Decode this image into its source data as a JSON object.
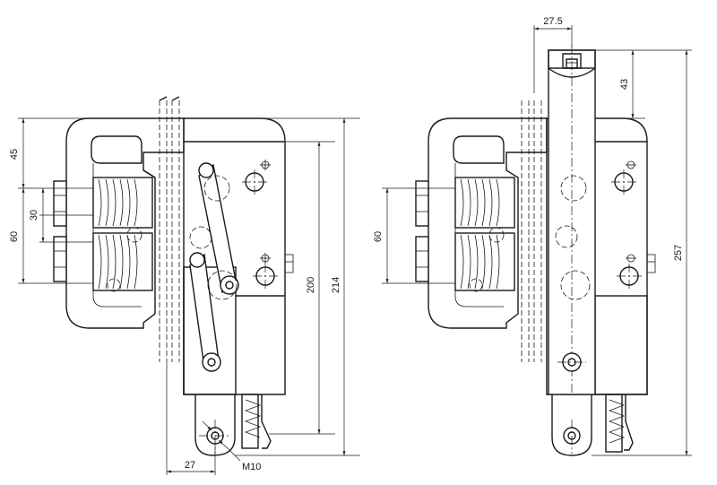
{
  "dimensions": {
    "left_view": {
      "d45": "45",
      "d30": "30",
      "d60": "60",
      "d200": "200",
      "d214": "214",
      "d27": "27",
      "thread": "M10"
    },
    "right_view": {
      "d27_5": "27.5",
      "d43": "43",
      "d60": "60",
      "d257": "257"
    }
  },
  "colors": {
    "line": "#1a1a1a",
    "background": "#ffffff"
  }
}
